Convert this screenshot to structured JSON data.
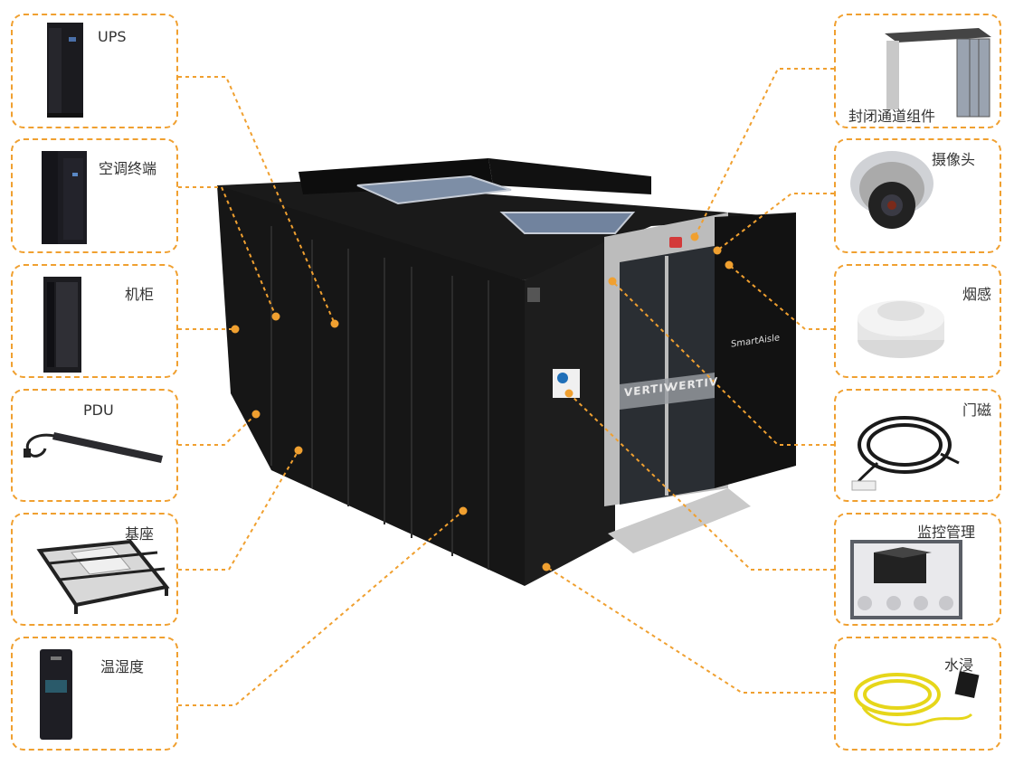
{
  "diagram": {
    "accent_color": "#f0a030",
    "left_components": [
      {
        "label": "UPS",
        "icon": "ups-cabinet-icon"
      },
      {
        "label": "空调终端",
        "icon": "air-conditioner-icon"
      },
      {
        "label": "机柜",
        "icon": "server-rack-icon"
      },
      {
        "label": "PDU",
        "icon": "pdu-strip-icon"
      },
      {
        "label": "基座",
        "icon": "base-frame-icon"
      },
      {
        "label": "温湿度",
        "icon": "humidity-sensor-icon"
      }
    ],
    "right_components": [
      {
        "label": "封闭通道组件",
        "icon": "aisle-containment-icon"
      },
      {
        "label": "摄像头",
        "icon": "dome-camera-icon"
      },
      {
        "label": "烟感",
        "icon": "smoke-detector-icon"
      },
      {
        "label": "门磁",
        "icon": "door-sensor-cable-icon"
      },
      {
        "label": "监控管理",
        "icon": "monitoring-screen-icon"
      },
      {
        "label": "水浸",
        "icon": "water-leak-cable-icon"
      }
    ],
    "center": {
      "brand": "VERTIV",
      "door_logo": "SmartAisle",
      "icon": "smartaisle-module-icon"
    }
  }
}
